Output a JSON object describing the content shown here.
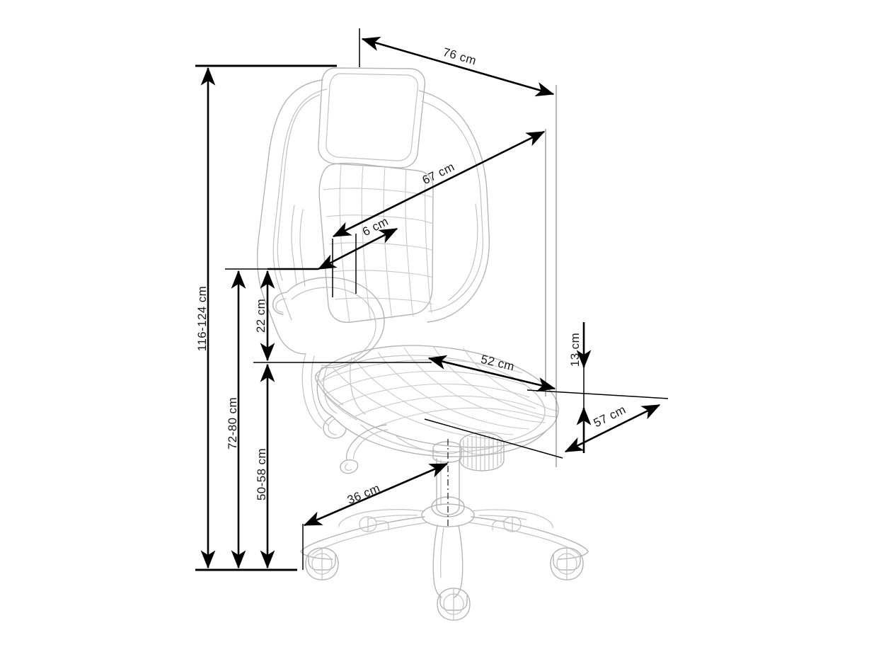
{
  "drawing": {
    "title": "Office chair dimension drawing",
    "units": "cm",
    "line_color": "#b5b5b5",
    "dimension_color": "#000000",
    "background": "#ffffff"
  },
  "dimensions": {
    "total_height": {
      "label": "116-124 cm",
      "value_min": 116,
      "value_max": 124,
      "orientation": "vertical",
      "position": "far-left"
    },
    "back_height": {
      "label": "72-80 cm",
      "value_min": 72,
      "value_max": 80,
      "orientation": "vertical",
      "position": "left"
    },
    "seat_height": {
      "label": "50-58 cm",
      "value_min": 50,
      "value_max": 58,
      "orientation": "vertical",
      "position": "left-inner"
    },
    "armrest_height": {
      "label": "22 cm",
      "value": 22,
      "orientation": "vertical",
      "position": "inner"
    },
    "overall_width": {
      "label": "76 cm",
      "value": 76,
      "orientation": "diagonal",
      "position": "top"
    },
    "backrest_width": {
      "label": "67 cm",
      "value": 67,
      "orientation": "diagonal",
      "position": "upper-right"
    },
    "backrest_thickness": {
      "label": "6 cm",
      "value": 6,
      "orientation": "diagonal",
      "position": "backrest"
    },
    "seat_width": {
      "label": "52 cm",
      "value": 52,
      "orientation": "diagonal",
      "position": "seat"
    },
    "seat_depth": {
      "label": "57 cm",
      "value": 57,
      "orientation": "diagonal",
      "position": "right-lower"
    },
    "seat_thickness": {
      "label": "13 cm",
      "value": 13,
      "orientation": "vertical",
      "position": "right"
    },
    "base_radius": {
      "label": "36 cm",
      "value": 36,
      "orientation": "diagonal",
      "position": "base"
    }
  },
  "parts": {
    "headrest": "headrest",
    "backrest": "quilted-backrest",
    "armrest_left": "armrest",
    "seat": "quilted-seat",
    "gas_lift": "gas-lift-cylinder",
    "tilt_knob": "tension-knob",
    "tilt_lever": "tilt-lever",
    "base": "five-star-base",
    "casters": "casters"
  }
}
